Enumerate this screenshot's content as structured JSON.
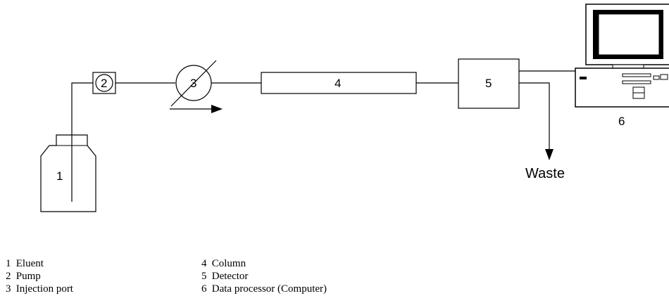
{
  "diagram": {
    "labels": {
      "eluent": "1",
      "pump": "2",
      "injection": "3",
      "column": "4",
      "detector": "5",
      "computer": "6",
      "waste": "Waste"
    }
  },
  "legend": {
    "left": [
      {
        "num": "1",
        "text": "Eluent"
      },
      {
        "num": "2",
        "text": "Pump"
      },
      {
        "num": "3",
        "text": "Injection port"
      }
    ],
    "right": [
      {
        "num": "4",
        "text": "Column"
      },
      {
        "num": "5",
        "text": "Detector"
      },
      {
        "num": "6",
        "text": "Data processor (Computer)"
      }
    ]
  }
}
